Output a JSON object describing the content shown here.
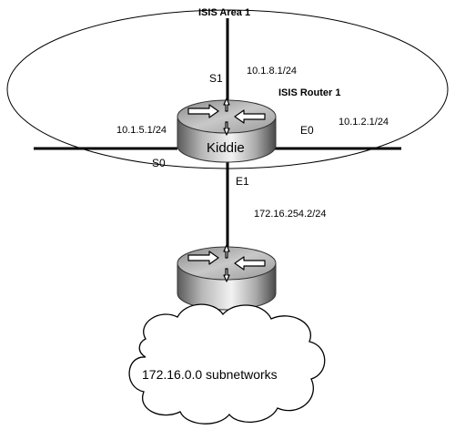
{
  "area": {
    "label": "ISIS Area 1"
  },
  "router1": {
    "caption": "ISIS Router 1",
    "name": "Kiddie",
    "interfaces": {
      "s1": {
        "name": "S1",
        "address": "10.1.8.1/24"
      },
      "s0": {
        "name": "S0",
        "address": "10.1.5.1/24"
      },
      "e0": {
        "name": "E0",
        "address": "10.1.2.1/24"
      },
      "e1": {
        "name": "E1",
        "address": "172.16.254.2/24"
      }
    }
  },
  "cloud": {
    "label": "172.16.0.0 subnetworks"
  },
  "colors": {
    "line": "#000000",
    "router_dark": "#4a4a4a",
    "router_light": "#e6e6e6"
  },
  "icons": {
    "router": "router-icon",
    "cloud": "cloud-icon"
  }
}
